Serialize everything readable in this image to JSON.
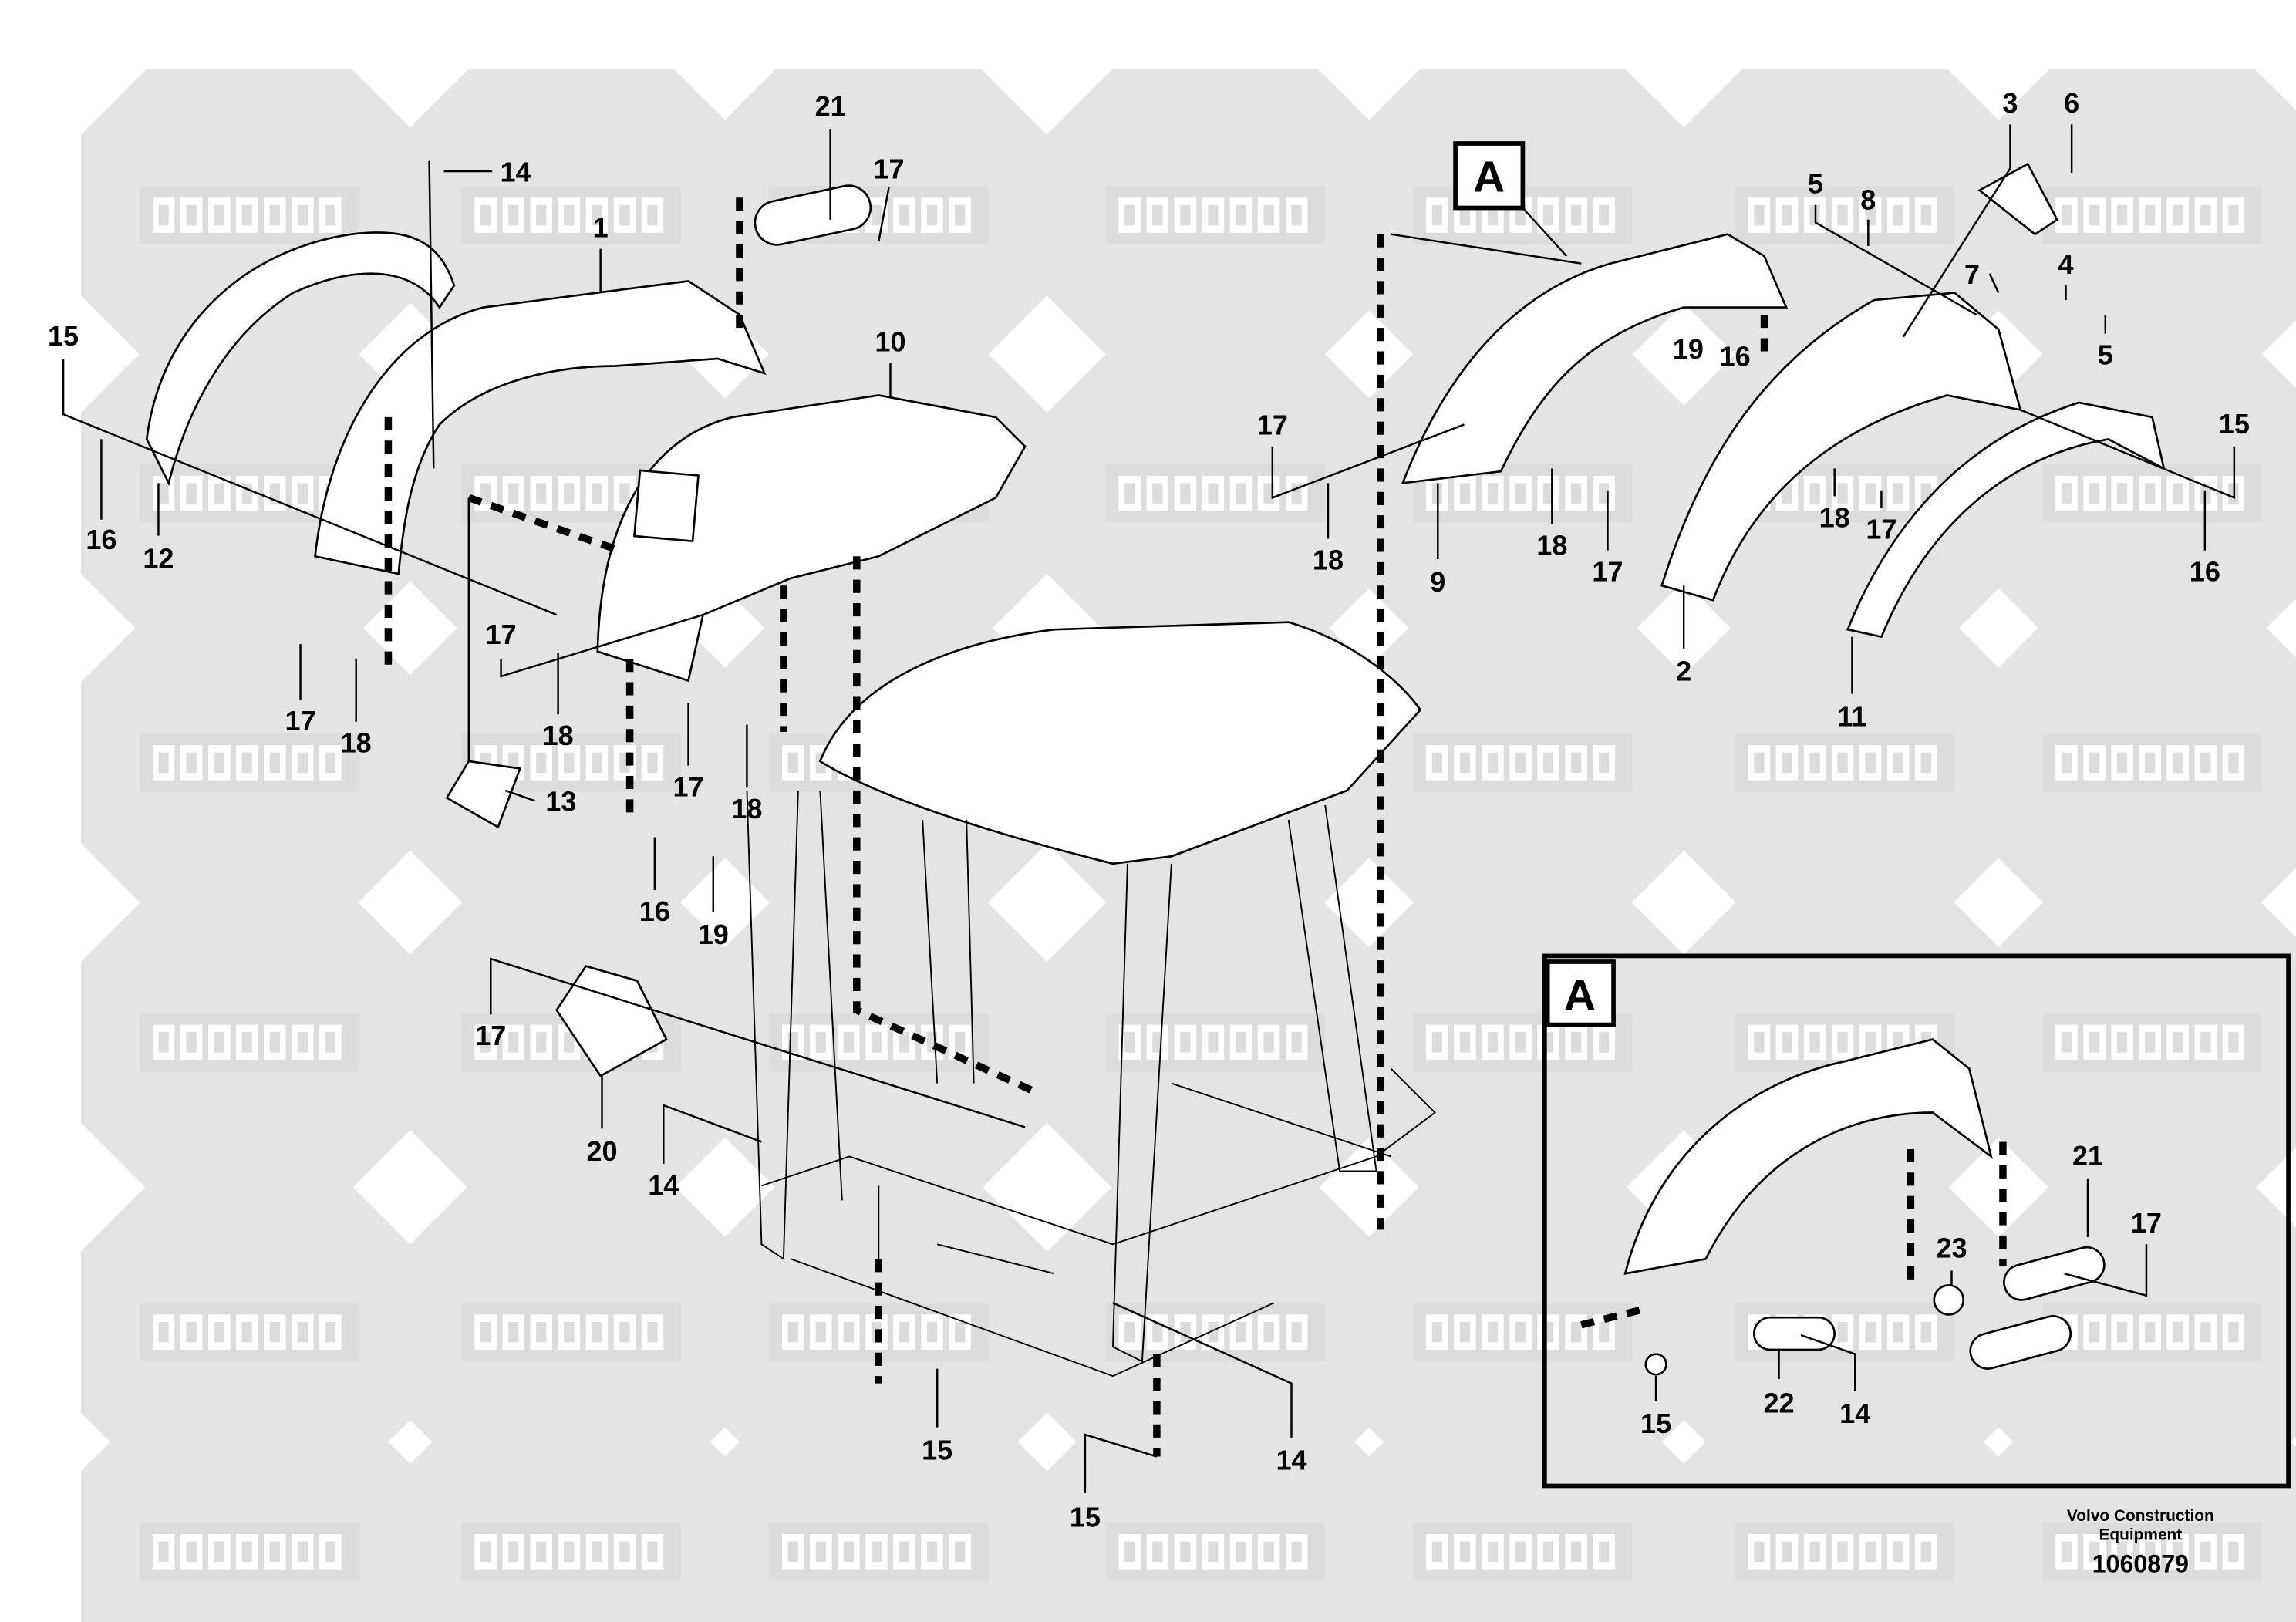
{
  "watermark": {
    "latin": "COMPART",
    "cyrillic": "КОМПАРТ"
  },
  "callouts": [
    {
      "id": "c21a",
      "text": "21"
    },
    {
      "id": "c17a",
      "text": "17"
    },
    {
      "id": "c14a",
      "text": "14"
    },
    {
      "id": "c1",
      "text": "1"
    },
    {
      "id": "c15a",
      "text": "15"
    },
    {
      "id": "c16a",
      "text": "16"
    },
    {
      "id": "c12",
      "text": "12"
    },
    {
      "id": "c10",
      "text": "10"
    },
    {
      "id": "c17b",
      "text": "17"
    },
    {
      "id": "c18b",
      "text": "18"
    },
    {
      "id": "c17c",
      "text": "17"
    },
    {
      "id": "c18c",
      "text": "18"
    },
    {
      "id": "c13",
      "text": "13"
    },
    {
      "id": "c17d",
      "text": "17"
    },
    {
      "id": "c18d",
      "text": "18"
    },
    {
      "id": "c16d",
      "text": "16"
    },
    {
      "id": "c19d",
      "text": "19"
    },
    {
      "id": "c17e",
      "text": "17"
    },
    {
      "id": "c20",
      "text": "20"
    },
    {
      "id": "c14e",
      "text": "14"
    },
    {
      "id": "c15f",
      "text": "15"
    },
    {
      "id": "c15g",
      "text": "15"
    },
    {
      "id": "c14g",
      "text": "14"
    },
    {
      "id": "c3",
      "text": "3"
    },
    {
      "id": "c6",
      "text": "6"
    },
    {
      "id": "c5a",
      "text": "5"
    },
    {
      "id": "c8",
      "text": "8"
    },
    {
      "id": "c7",
      "text": "7"
    },
    {
      "id": "c4",
      "text": "4"
    },
    {
      "id": "c5b",
      "text": "5"
    },
    {
      "id": "c19h",
      "text": "19"
    },
    {
      "id": "c16h",
      "text": "16"
    },
    {
      "id": "c17h",
      "text": "17"
    },
    {
      "id": "c18h",
      "text": "18"
    },
    {
      "id": "c9",
      "text": "9"
    },
    {
      "id": "c18i",
      "text": "18"
    },
    {
      "id": "c17i",
      "text": "17"
    },
    {
      "id": "c15j",
      "text": "15"
    },
    {
      "id": "c16j",
      "text": "16"
    },
    {
      "id": "c18k",
      "text": "18"
    },
    {
      "id": "c17k",
      "text": "17"
    },
    {
      "id": "c2",
      "text": "2"
    },
    {
      "id": "c11",
      "text": "11"
    }
  ],
  "detail_marker": "A",
  "inset": {
    "title": "A",
    "callouts": [
      {
        "id": "i21",
        "text": "21"
      },
      {
        "id": "i17",
        "text": "17"
      },
      {
        "id": "i23",
        "text": "23"
      },
      {
        "id": "i22",
        "text": "22"
      },
      {
        "id": "i14",
        "text": "14"
      },
      {
        "id": "i15",
        "text": "15"
      }
    ]
  },
  "footer": {
    "line1": "Volvo Construction",
    "line2": "Equipment",
    "drawing_number": "1060879"
  }
}
